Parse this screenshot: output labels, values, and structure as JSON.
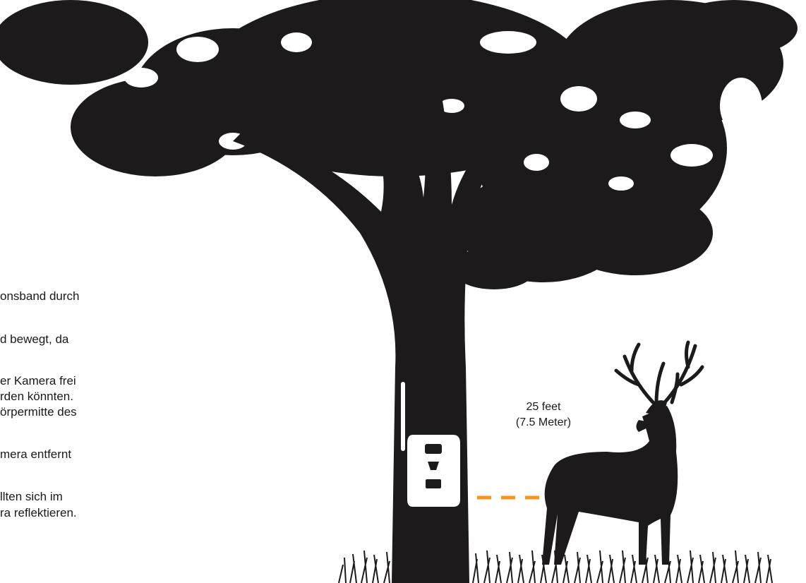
{
  "instructions": {
    "line1": "onsband durch",
    "line2": "d bewegt, da",
    "line3": "er Kamera frei",
    "line4": "rden könnten.",
    "line5": "örpermitte des",
    "line6": "mera entfernt",
    "line7": "llten sich im",
    "line8": "ra reflektieren."
  },
  "distance": {
    "feet": "25 feet",
    "meters": "(7.5 Meter)"
  },
  "colors": {
    "silhouette": "#1c1a1b",
    "arrow": "#f7941d",
    "background": "#ffffff"
  }
}
